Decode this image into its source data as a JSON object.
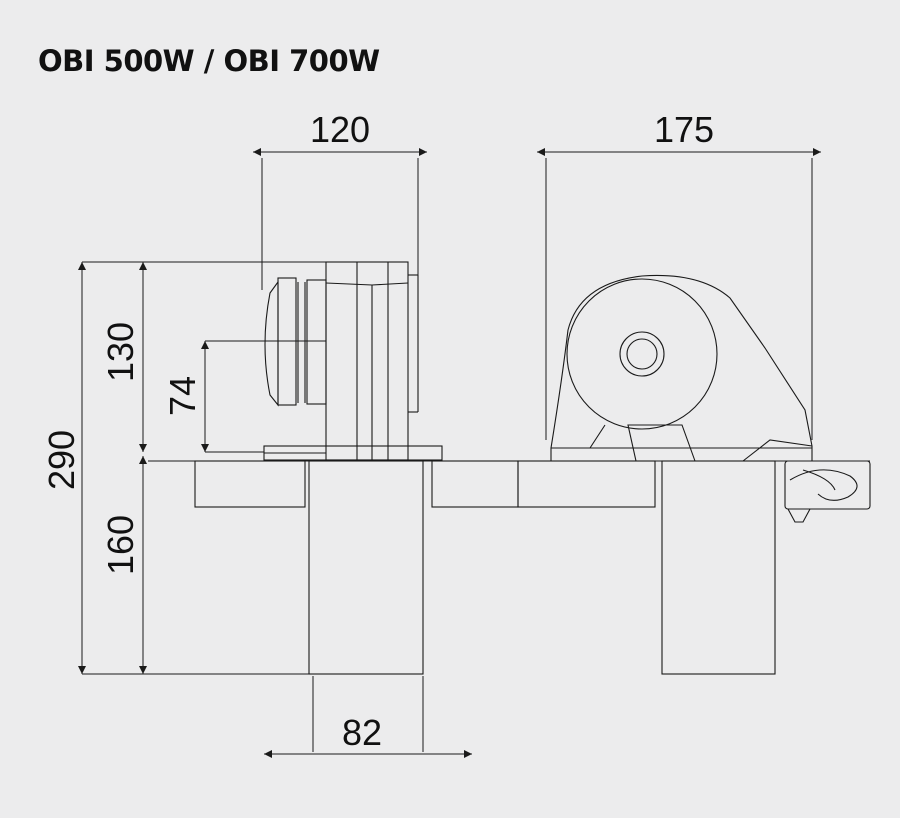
{
  "title": "OBI 500W / OBI 700W",
  "dimensions": {
    "width_top_left": "120",
    "width_top_right": "175",
    "height_total": "290",
    "height_upper": "130",
    "height_offset": "74",
    "height_lower": "160",
    "width_bottom": "82"
  },
  "colors": {
    "background": "#ececed",
    "line": "#1a1a1a"
  }
}
